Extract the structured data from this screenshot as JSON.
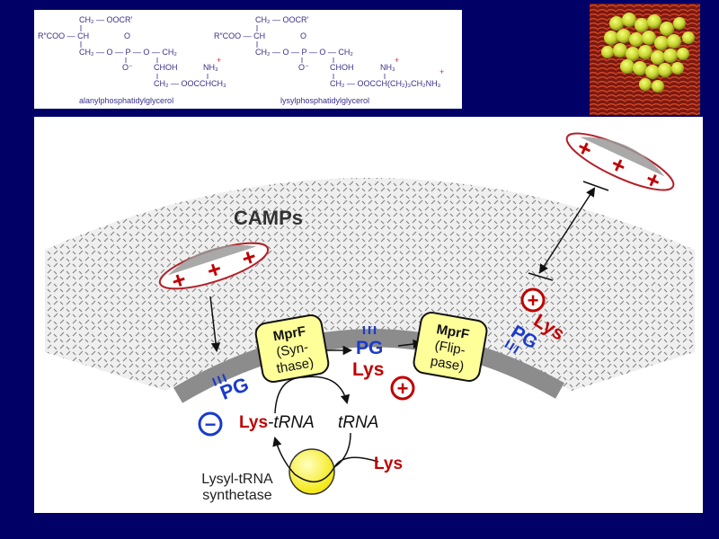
{
  "chemistry": {
    "alanyl": {
      "caption": "alanylphosphatidylglycerol",
      "line1": "CH₂ — OOCR′",
      "line2a": "R″COO — CH",
      "line2b": "O",
      "line3": "CH₂ — O — P — O — CH₂",
      "line4a": "O⁻",
      "line4b": "CHOH",
      "line4c": "NH₃",
      "line4d": "+",
      "line5": "CH₂ — OOCCHCH₃"
    },
    "lysyl": {
      "caption": "lysylphosphatidylglycerol",
      "line1": "CH₂ — OOCR′",
      "line2a": "R″COO — CH",
      "line2b": "O",
      "line3": "CH₂ — O — P — O — CH₂",
      "line4a": "O⁻",
      "line4b": "CHOH",
      "line4c": "NH₃",
      "line4d": "+",
      "line4e": "+",
      "line5": "CH₂ — OOCCH(CH₂)₃CH₂NH₃"
    }
  },
  "diagram": {
    "camps_label": "CAMPs",
    "plus": "+",
    "mprf1": {
      "title": "MprF",
      "sub1": "(Syn-",
      "sub2": "thase)"
    },
    "mprf2": {
      "title": "MprF",
      "sub1": "(Flip-",
      "sub2": "pase)"
    },
    "pg": "PG",
    "lys": "Lys",
    "lys_trna": {
      "lys": "Lys",
      "trna": "-tRNA"
    },
    "trna": "tRNA",
    "synthetase_line1": "Lysyl-tRNA",
    "synthetase_line2": "synthetase",
    "minus": "−",
    "colors": {
      "background": "#000066",
      "positive": "#cc0000",
      "negative": "#1a3acc",
      "enzyme": "#ffff99",
      "membrane": "#8c8c8c"
    }
  }
}
